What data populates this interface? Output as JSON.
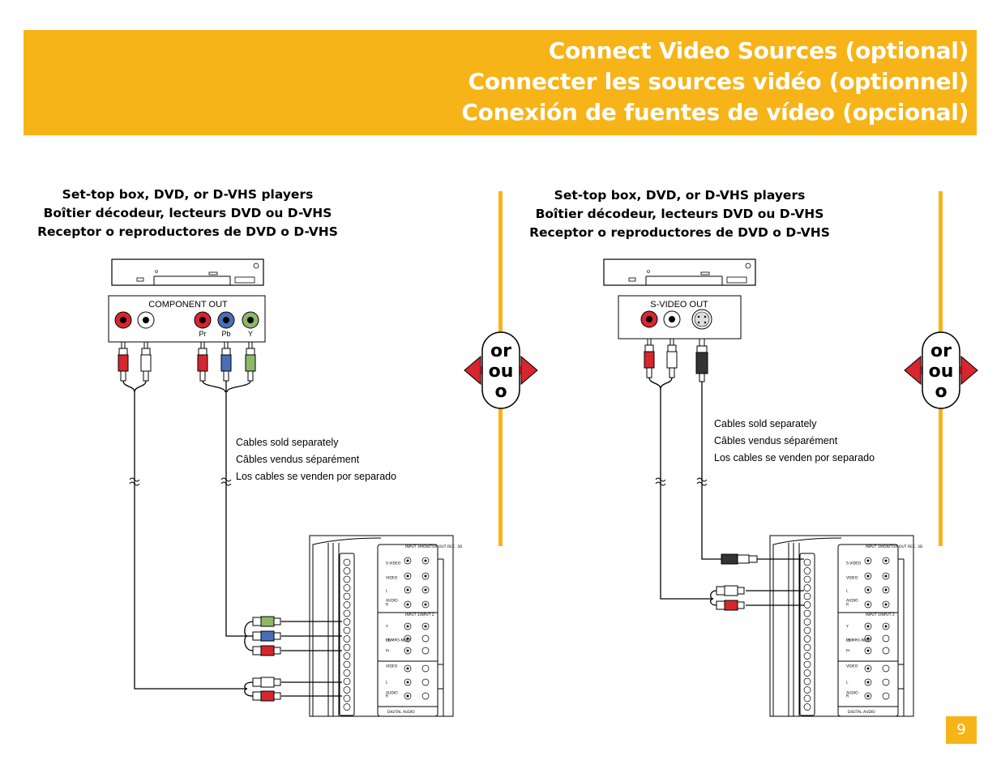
{
  "header": {
    "title_en": "Connect Video Sources (optional)",
    "title_fr": "Connecter les sources vidéo (optionnel)",
    "title_es": "Conexión de fuentes de vídeo (opcional)"
  },
  "left_panel": {
    "heading_en": "Set-top box, DVD, or D-VHS players",
    "heading_fr": "Boîtier décodeur, lecteurs DVD ou D-VHS",
    "heading_es": "Receptor o reproductores de DVD o D-VHS",
    "port_group_label": "COMPONENT OUT",
    "port_pr": "Pr",
    "port_pb": "Pb",
    "port_y": "Y",
    "cables_en": "Cables sold separately",
    "cables_fr": "Câbles vendus séparément",
    "cables_es": "Los cables se venden por separado"
  },
  "right_panel": {
    "heading_en": "Set-top box, DVD, or D-VHS players",
    "heading_fr": "Boîtier décodeur, lecteurs DVD ou D-VHS",
    "heading_es": "Receptor o reproductores de DVD o D-VHS",
    "port_group_label": "S-VIDEO OUT",
    "cables_en": "Cables sold separately",
    "cables_fr": "Câbles vendus séparément",
    "cables_es": "Los cables se venden por separado"
  },
  "or_badge": {
    "line1": "or",
    "line2": "ou",
    "line3": "o"
  },
  "tv_panel": {
    "labels": [
      "S-VIDEO",
      "VIDEO",
      "L",
      "AUDIO",
      "R",
      "Y",
      "COMPO-NENT",
      "Pb",
      "Pr",
      "VIDEO",
      "L",
      "AUDIO",
      "R"
    ],
    "col_heads": [
      "INPUT 3",
      "MONITOR OUT REC. 3D",
      "INPUT 1",
      "INPUT 2"
    ],
    "bottom": "DIGITAL AUDIO"
  },
  "page_number": "9",
  "colors": {
    "accent": "#F7B418",
    "red": "#D7262E",
    "blue": "#4A6FB5",
    "green": "#8DB86A",
    "white": "#ffffff"
  }
}
